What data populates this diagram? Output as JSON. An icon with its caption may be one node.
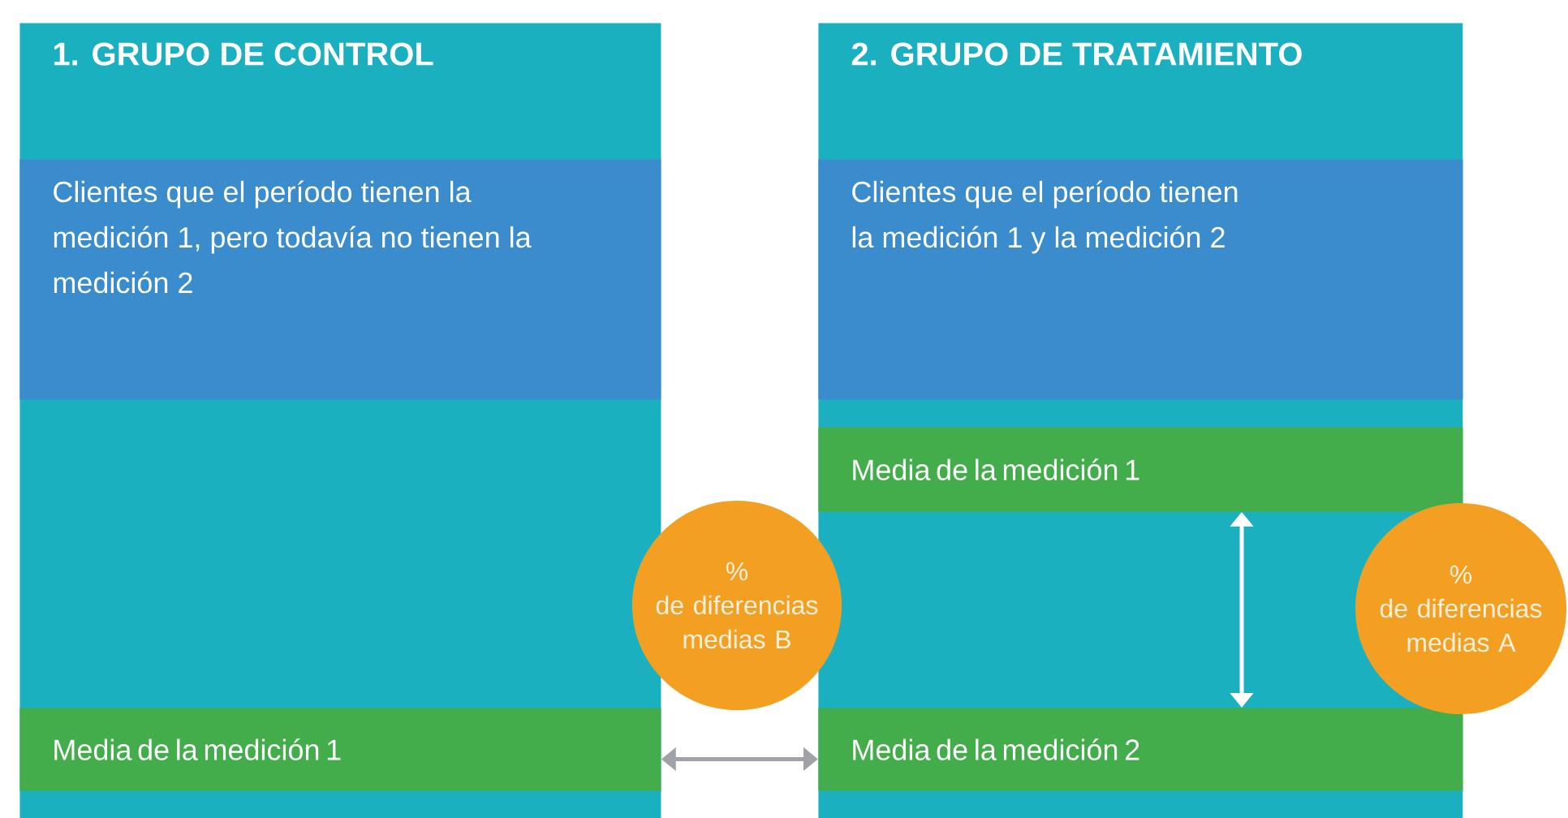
{
  "diagram": {
    "nodes": [
      {
        "text": [
          "1. GRUPO DE CONTROL"
        ]
      },
      {
        "text": [
          "Clientes que el período tienen la medición 1, pero todavía no tienen la medición 2"
        ],
        "in": 0
      },
      {
        "text": [
          "Media de la medición 1"
        ],
        "in": 0
      },
      {
        "text": [
          "2. GRUPO DE TRATAMIENTO"
        ]
      },
      {
        "text": [
          "Clientes que el período tienen la medición 1 y la medición 2"
        ],
        "in": 3
      },
      {
        "text": [
          "Media de la medición 1"
        ],
        "in": 3
      },
      {
        "text": [
          "Media de la medición 2"
        ],
        "in": 3
      },
      {
        "text": [
          "%",
          "de diferencias medias B"
        ]
      },
      {
        "text": [
          "%",
          "de diferencias medias A"
        ]
      }
    ],
    "edges": [
      {
        "from": 2,
        "to": 6,
        "arrow": "both",
        "color": "#a1a1aa"
      },
      {
        "from": 5,
        "to": 6,
        "arrow": "both",
        "color": "#ffffff"
      }
    ]
  }
}
